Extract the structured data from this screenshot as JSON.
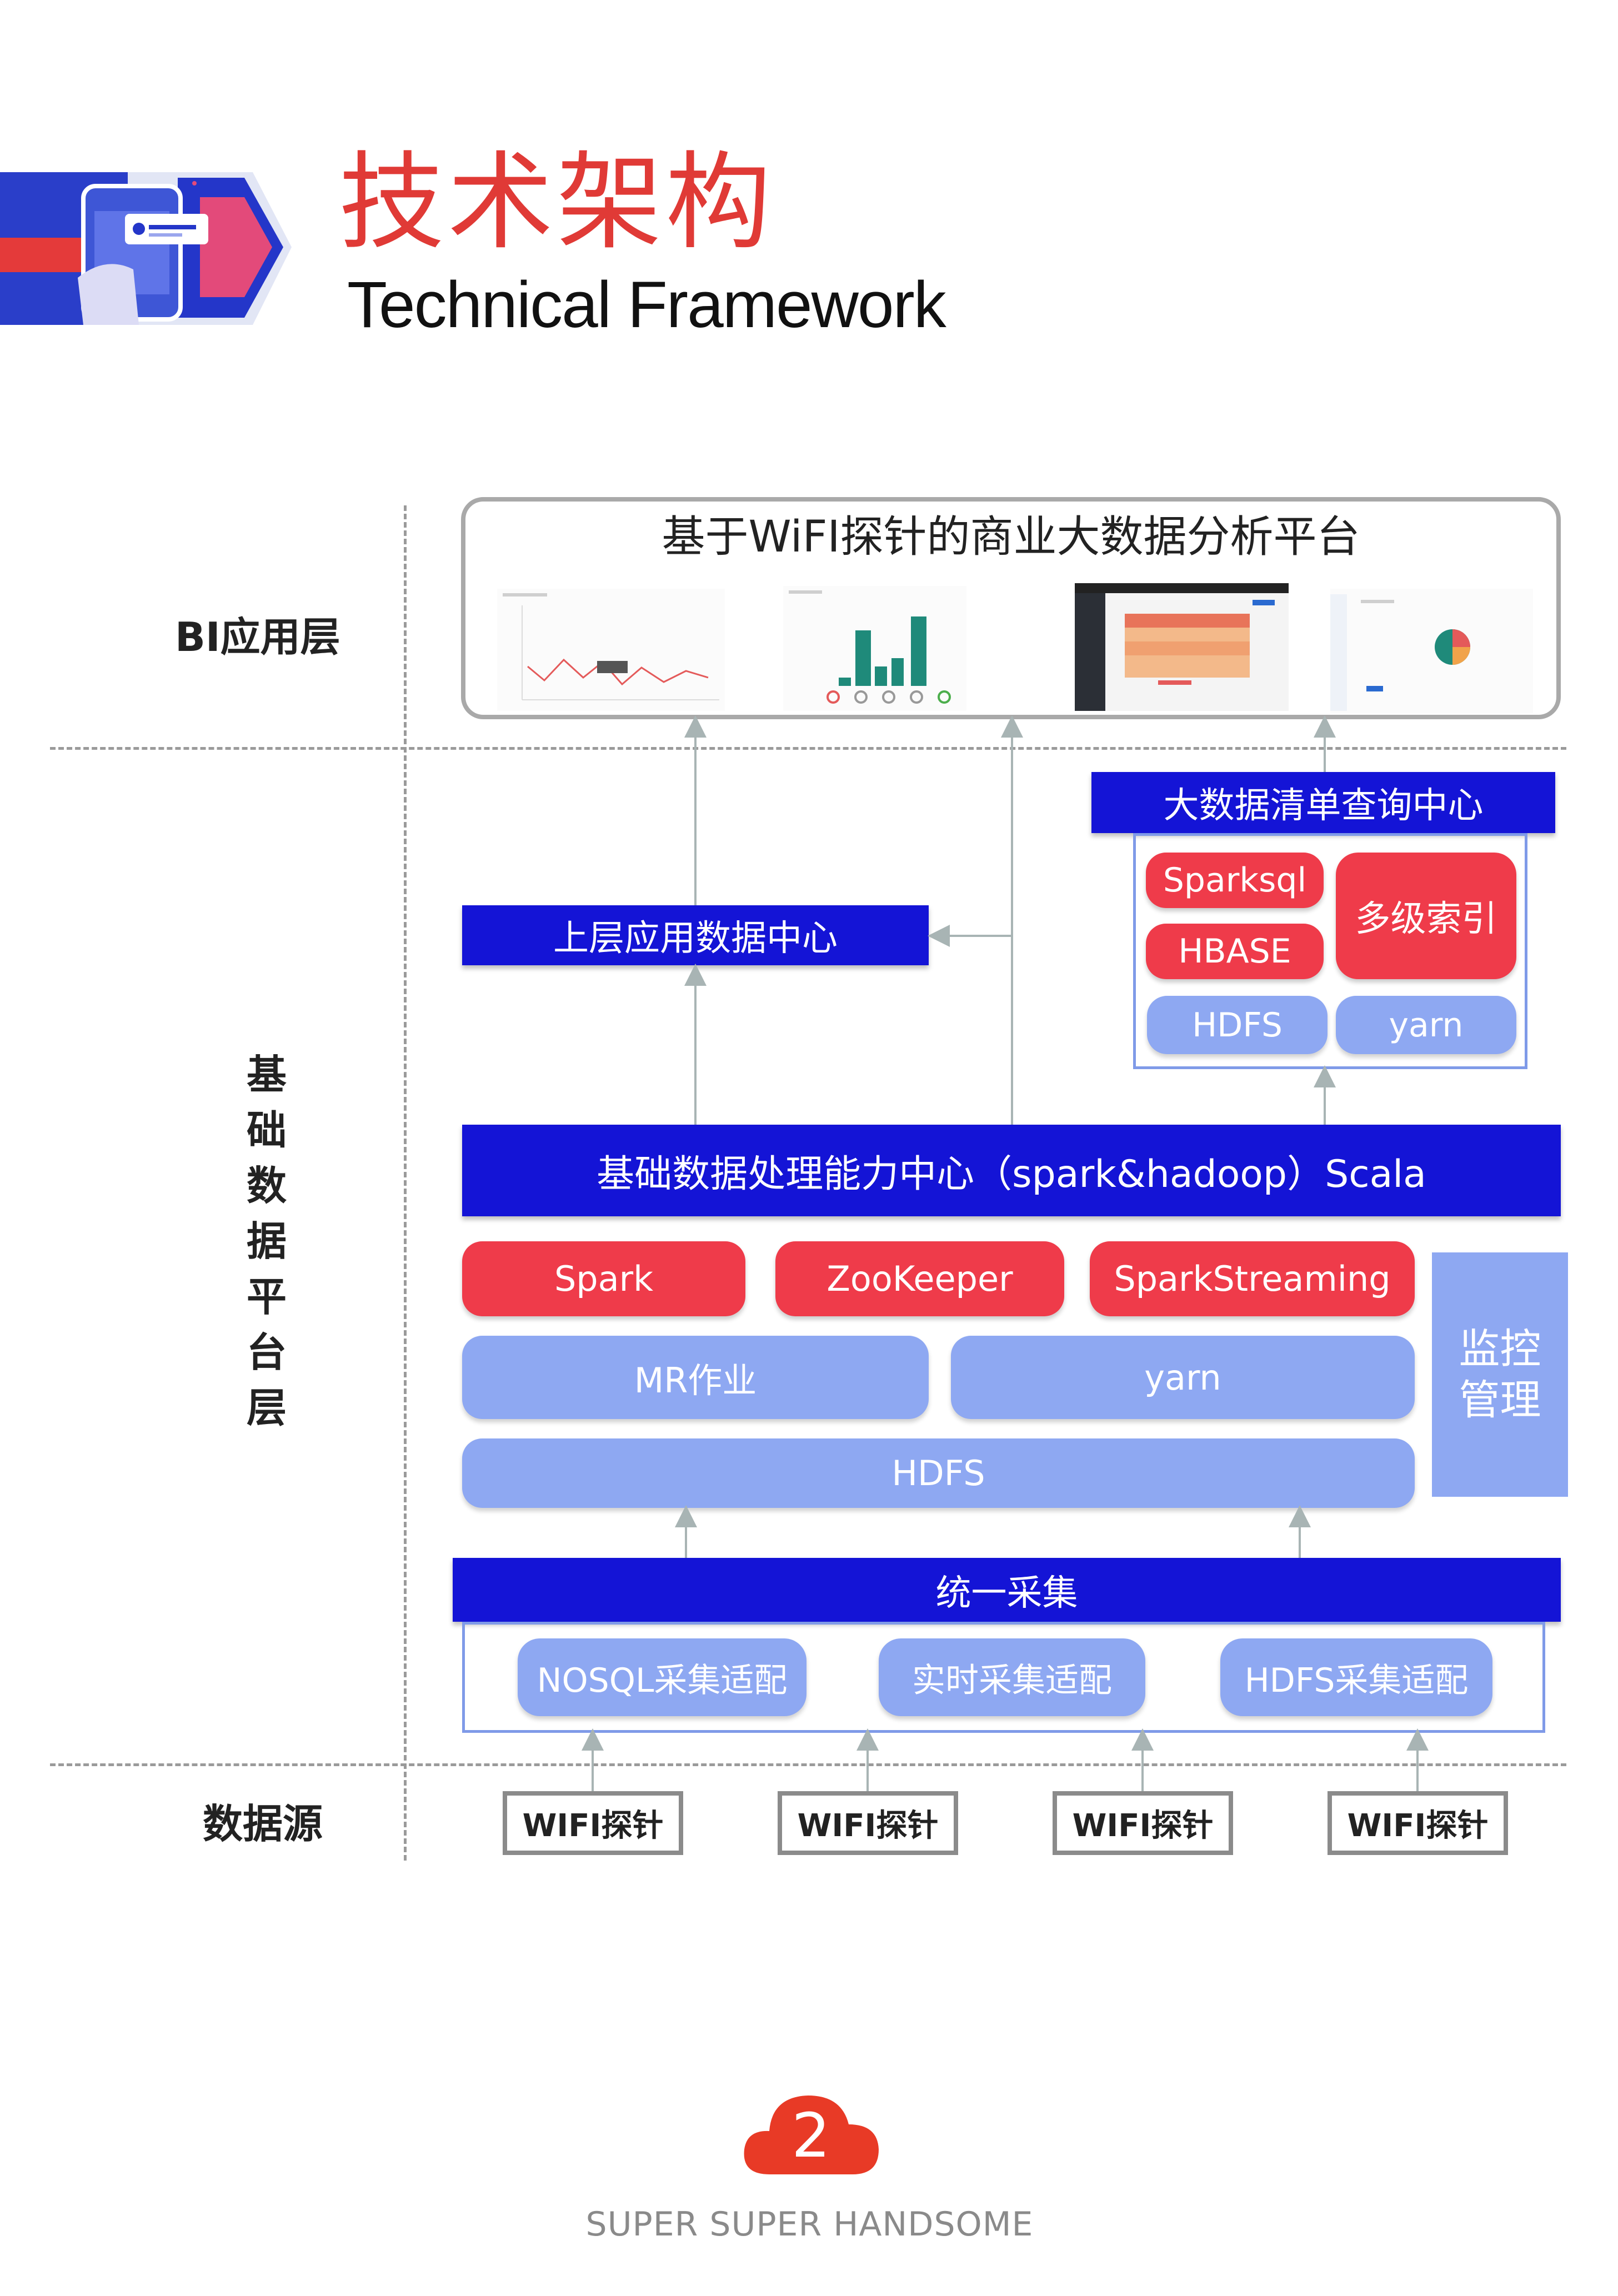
{
  "header": {
    "title_cn": "技术架构",
    "title_en": "Technical Framework"
  },
  "layers": {
    "bi": "BI应用层",
    "platform": [
      "基",
      "础",
      "数",
      "据",
      "平",
      "台",
      "层"
    ],
    "source": "数据源"
  },
  "bi_platform": {
    "title": "基于WiFI探针的商业大数据分析平台"
  },
  "centers": {
    "upper_app": "上层应用数据中心",
    "query_center": "大数据清单查询中心",
    "base_processing": "基础数据处理能力中心（spark&hadoop）Scala",
    "unified_collect": "统一采集"
  },
  "query_components": {
    "sparksql": "Sparksql",
    "hbase": "HBASE",
    "multi_index": "多级索引",
    "hdfs": "HDFS",
    "yarn": "yarn"
  },
  "platform_components": {
    "spark": "Spark",
    "zookeeper": "ZooKeeper",
    "sparkstreaming": "SparkStreaming",
    "mr": "MR作业",
    "yarn": "yarn",
    "hdfs": "HDFS",
    "monitor": "监控\n管理"
  },
  "adapters": [
    "NOSQL采集适配",
    "实时采集适配",
    "HDFS采集适配"
  ],
  "sources": [
    "WIFI探针",
    "WIFI探针",
    "WIFI探针",
    "WIFI探针"
  ],
  "footer": {
    "page_number": "2",
    "brand": "SUPER SUPER HANDSOME"
  },
  "colors": {
    "accent_red": "#e03a36",
    "bar_blue": "#1414d6",
    "pill_red": "#ef3b4a",
    "pill_light": "#8ea8f2"
  }
}
